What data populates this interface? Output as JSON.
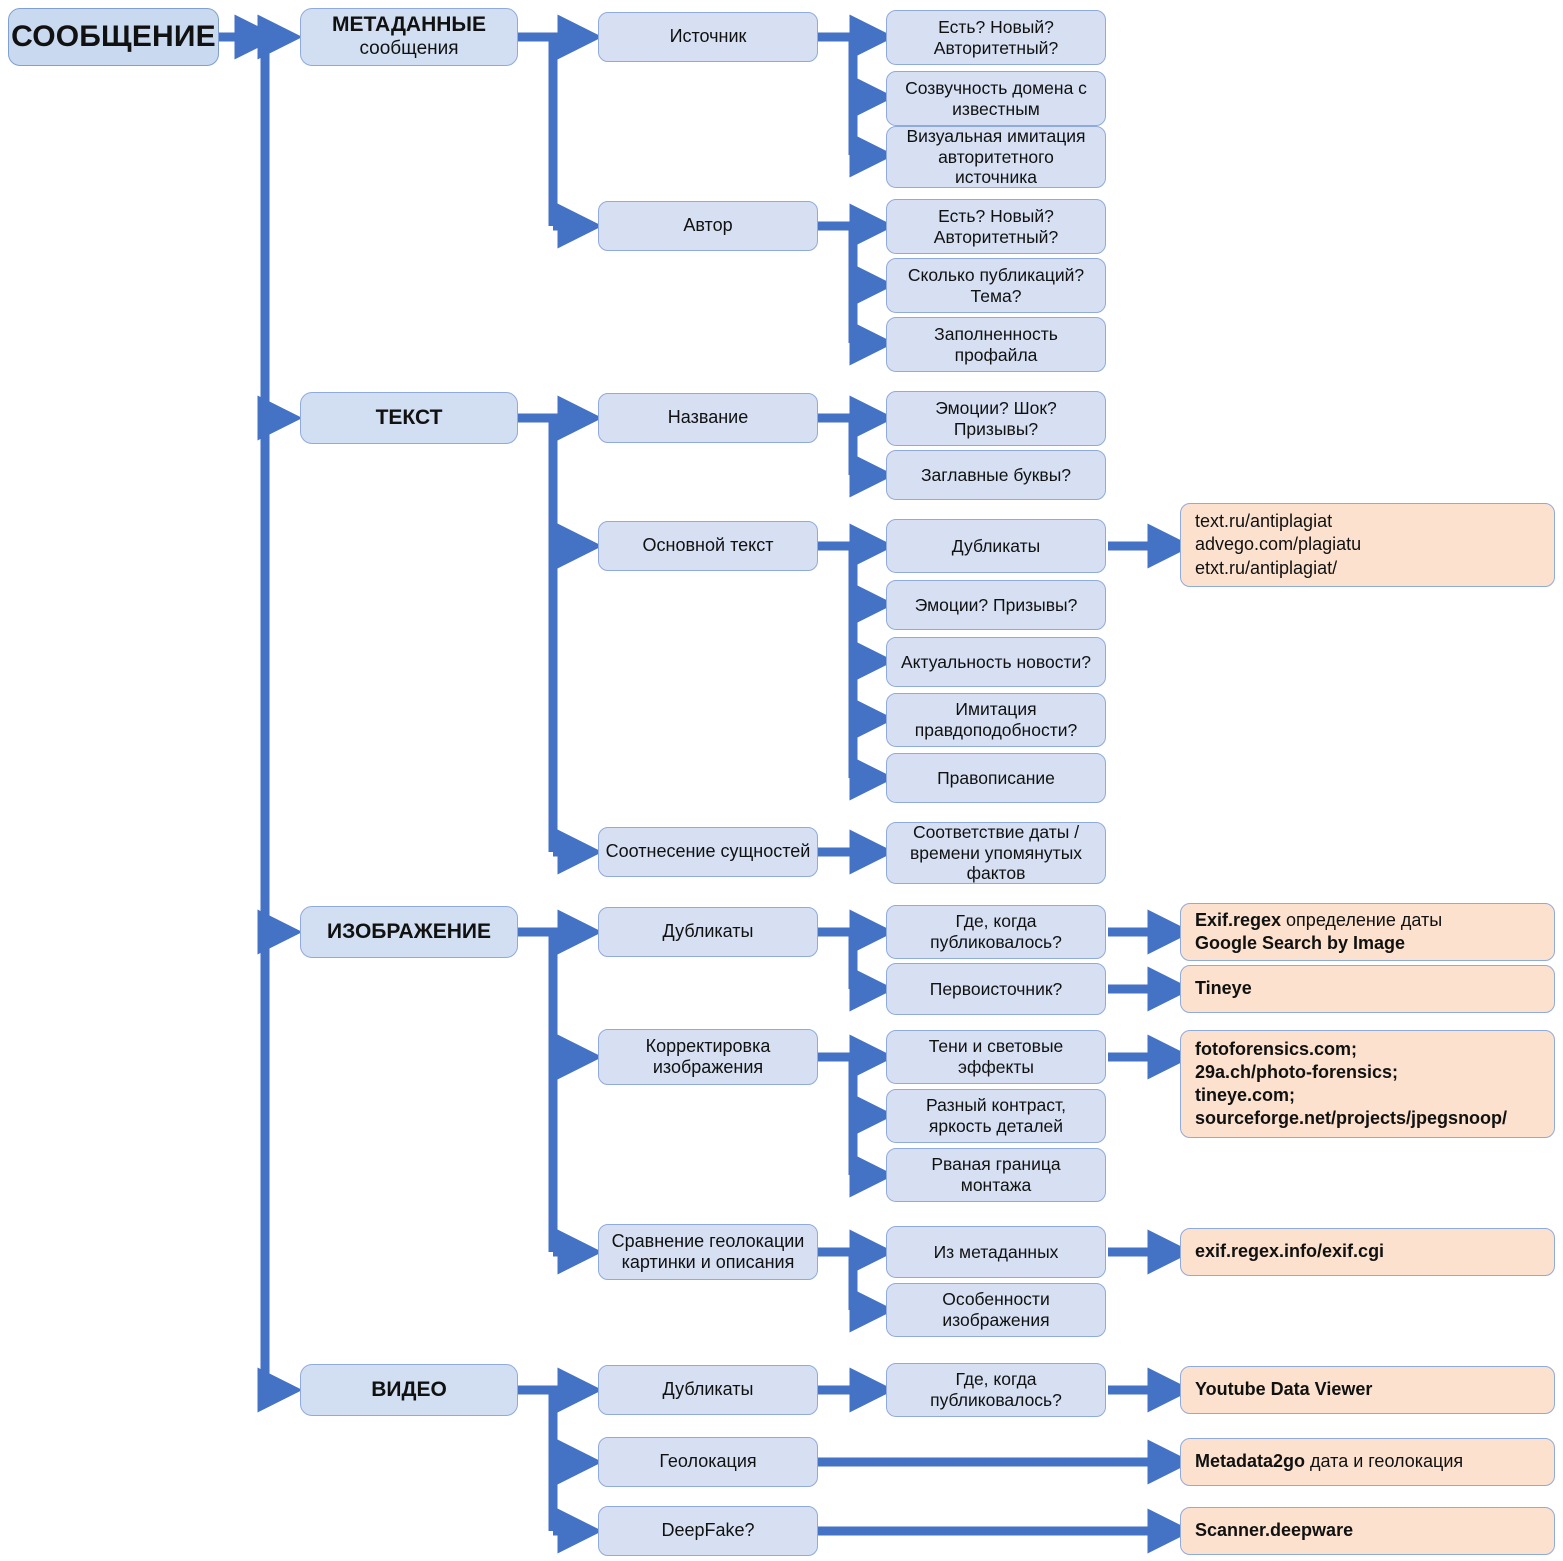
{
  "diagram": {
    "title": "СООБЩЕНИЕ",
    "colors": {
      "node_fill": "#D7E1F2",
      "node_border": "#8FAADC",
      "tool_fill": "#FBE1CE",
      "connector": "#4472C4",
      "text": "#111111"
    },
    "root": {
      "label": "СООБЩЕНИЕ"
    },
    "branches": [
      {
        "id": "metadata",
        "label": "МЕТАДАННЫЕ",
        "sublabel": "сообщения",
        "children": [
          {
            "label": "Источник",
            "children": [
              {
                "label": "Есть? Новый?\nАвторитетный?"
              },
              {
                "label": "Созвучность домена с\nизвестным"
              },
              {
                "label": "Визуальная имитация\nавторитетного\nисточника"
              }
            ]
          },
          {
            "label": "Автор",
            "children": [
              {
                "label": "Есть? Новый?\nАвторитетный?"
              },
              {
                "label": "Сколько публикаций?\nТема?"
              },
              {
                "label": "Заполненность\nпрофайла"
              }
            ]
          }
        ]
      },
      {
        "id": "text",
        "label": "ТЕКСТ",
        "sublabel": "",
        "children": [
          {
            "label": "Название",
            "children": [
              {
                "label": "Эмоции? Шок?\nПризывы?"
              },
              {
                "label": "Заглавные буквы?"
              }
            ]
          },
          {
            "label": "Основной текст",
            "children": [
              {
                "label": "Дубликаты",
                "tool": "tool_antiplagiat"
              },
              {
                "label": "Эмоции? Призывы?"
              },
              {
                "label": "Актуальность новости?"
              },
              {
                "label": "Имитация\nправдоподобности?"
              },
              {
                "label": "Правописание"
              }
            ]
          },
          {
            "label": "Соотнесение сущностей",
            "children": [
              {
                "label": "Соответствие даты /\nвремени упомянутых\nфактов"
              }
            ]
          }
        ]
      },
      {
        "id": "image",
        "label": "ИЗОБРАЖЕНИЕ",
        "sublabel": "",
        "children": [
          {
            "label": "Дубликаты",
            "children": [
              {
                "label": "Где, когда\nпубликовалось?",
                "tool": "tool_exif_google"
              },
              {
                "label": "Первоисточник?",
                "tool": "tool_tineye"
              }
            ]
          },
          {
            "label": "Корректировка\nизображения",
            "children": [
              {
                "label": "Тени и световые\nэффекты",
                "tool": "tool_forensics"
              },
              {
                "label": "Разный контраст,\nяркость деталей"
              },
              {
                "label": "Рваная граница\nмонтажа"
              }
            ]
          },
          {
            "label": "Сравнение геолокации\nкартинки и описания",
            "children": [
              {
                "label": "Из метаданных",
                "tool": "tool_exif_cgi"
              },
              {
                "label": "Особенности\nизображения"
              }
            ]
          }
        ]
      },
      {
        "id": "video",
        "label": "ВИДЕО",
        "sublabel": "",
        "children": [
          {
            "label": "Дубликаты",
            "children": [
              {
                "label": "Где, когда\nпубликовалось?",
                "tool": "tool_ytdv"
              }
            ]
          },
          {
            "label": "Геолокация",
            "tool": "tool_metadata2go",
            "children": []
          },
          {
            "label": "DeepFake?",
            "tool": "tool_scanner_deepware",
            "children": []
          }
        ]
      }
    ],
    "tools": {
      "tool_antiplagiat": {
        "lines": [
          {
            "text": "text.ru/antiplagiat",
            "bold": false
          },
          {
            "text": "advego.com/plagiatu",
            "bold": false
          },
          {
            "text": "etxt.ru/antiplagiat/",
            "bold": false
          }
        ]
      },
      "tool_exif_google": {
        "lines": [
          {
            "bold_part": "Exif.regex",
            "rest": " определение даты"
          },
          {
            "bold_part": "Google Search by Image",
            "rest": ""
          }
        ]
      },
      "tool_tineye": {
        "lines": [
          {
            "bold_part": "Tineye",
            "rest": ""
          }
        ]
      },
      "tool_forensics": {
        "lines": [
          {
            "bold_part": "fotoforensics.com;",
            "rest": ""
          },
          {
            "bold_part": "29a.ch/photo-forensics;",
            "rest": ""
          },
          {
            "bold_part": "tineye.com;",
            "rest": ""
          },
          {
            "bold_part": "sourceforge.net/projects/jpegsnoop/",
            "rest": ""
          }
        ]
      },
      "tool_exif_cgi": {
        "lines": [
          {
            "bold_part": "exif.regex.info/exif.cgi",
            "rest": ""
          }
        ]
      },
      "tool_ytdv": {
        "lines": [
          {
            "bold_part": "Youtube Data Viewer",
            "rest": ""
          }
        ]
      },
      "tool_metadata2go": {
        "lines": [
          {
            "bold_part": "Metadata2go",
            "rest": " дата и геолокация"
          }
        ]
      },
      "tool_scanner_deepware": {
        "lines": [
          {
            "bold_part": "Scanner.deepware",
            "rest": ""
          }
        ]
      }
    }
  }
}
